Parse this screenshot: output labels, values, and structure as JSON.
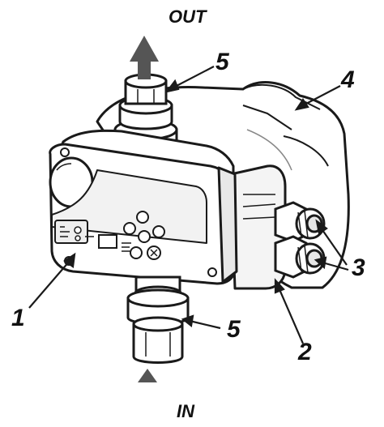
{
  "labels": {
    "out": "OUT",
    "in": "IN",
    "callout_1": "1",
    "callout_2": "2",
    "callout_3": "3",
    "callout_4": "4",
    "callout_5_top": "5",
    "callout_5_bottom": "5"
  },
  "colors": {
    "line": "#1a1a1a",
    "arrow_fill": "#555555",
    "body_fill": "#ffffff",
    "panel_fill": "#f2f2f2",
    "shade": "#d9d9d9"
  }
}
